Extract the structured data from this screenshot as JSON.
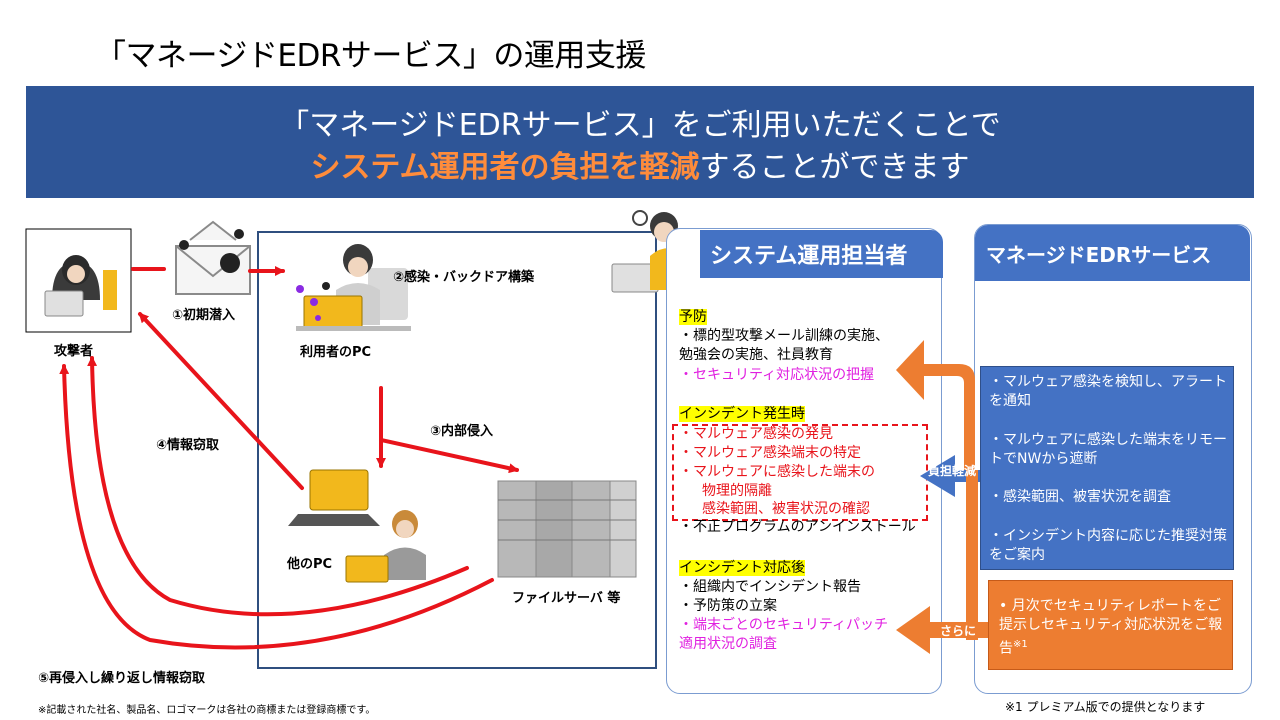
{
  "page_title": "「マネージドEDRサービス」の運用支援",
  "banner": {
    "line1": "「マネージドEDRサービス」をご利用いただくことで",
    "line2_highlight": "システム運用者の負担を軽減",
    "line2_rest": "することができます"
  },
  "attack_flow": {
    "attacker": "攻撃者",
    "step1": "①初期潜入",
    "step2": "②感染・バックドア構築",
    "user_pc": "利用者のPC",
    "step3": "③内部侵入",
    "step4": "④情報窃取",
    "other_pc": "他のPC",
    "file_server": "ファイルサーバ 等",
    "step5": "⑤再侵入し繰り返し情報窃取"
  },
  "operator": {
    "title": "システム運用担当者",
    "prevention": {
      "heading": "予防",
      "item1_line1": "・標的型攻撃メール訓練の実施、",
      "item1_line2": "勉強会の実施、社員教育",
      "item2": "・セキュリティ対応状況の把握"
    },
    "incident": {
      "heading": "インシデント発生時",
      "item1": "・マルウェア感染の発見",
      "item2": "・マルウェア感染端末の特定",
      "item3_line1": "・マルウェアに感染した端末の",
      "item3_line2": "物理的隔離",
      "item4": "感染範囲、被害状況の確認",
      "item5": "・不正プログラムのアンインストール"
    },
    "after": {
      "heading": "インシデント対応後",
      "item1": "・組織内でインシデント報告",
      "item2": "・予防策の立案",
      "item3_line1": "・端末ごとのセキュリティパッチ",
      "item3_line2": "適用状況の調査"
    }
  },
  "arrows": {
    "reduce_label": "負担軽減",
    "more_label": "さらに"
  },
  "managed": {
    "title": "マネージドEDRサービス",
    "items": [
      "・マルウェア感染を検知し、アラートを通知",
      "・マルウェアに感染した端末をリモートでNWから遮断",
      "・感染範囲、被害状況を調査",
      "・インシデント内容に応じた推奨対策をご案内"
    ],
    "monthly": "月次でセキュリティレポートをご提示しセキュリティ対応状況をご報告",
    "monthly_bullet": "•",
    "monthly_note": "※1"
  },
  "footnotes": {
    "left": "※記載された社名、製品名、ロゴマークは各社の商標または登録商標です。",
    "right": "※1  プレミアム版での提供となります"
  },
  "colors": {
    "banner_bg": "#2e5597",
    "accent_orange": "#ed7d31",
    "header_blue": "#4472c4",
    "attack_red": "#e8141b",
    "highlight_yellow": "#ffff00",
    "magenta_text": "#e020e0"
  }
}
